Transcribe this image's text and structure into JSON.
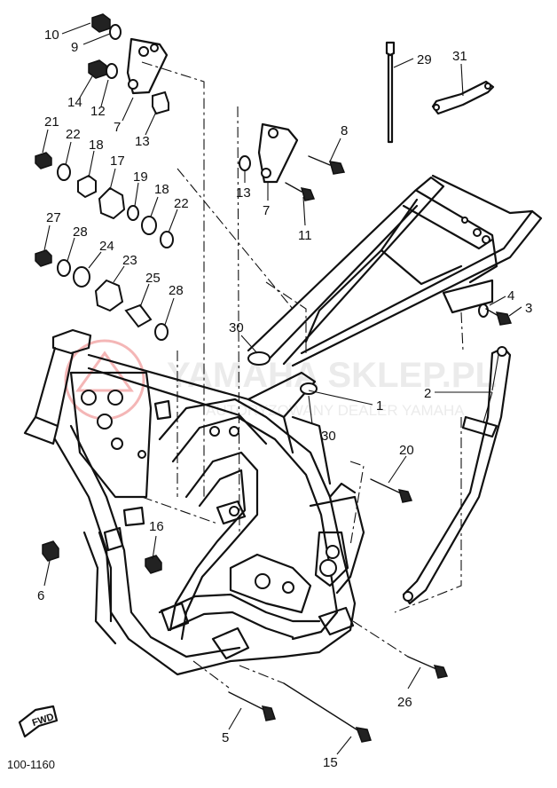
{
  "diagram": {
    "code": "100-1160",
    "fwd_label": "FWD",
    "watermark": {
      "brand": "YAMAHA SKLEP.PL",
      "tagline": "AUTORYZOWANY DEALER YAMAHA",
      "accent": "#e03030"
    },
    "callouts": [
      {
        "label": "10"
      },
      {
        "label": "9"
      },
      {
        "label": "7"
      },
      {
        "label": "14"
      },
      {
        "label": "12"
      },
      {
        "label": "13"
      },
      {
        "label": "21"
      },
      {
        "label": "22"
      },
      {
        "label": "18"
      },
      {
        "label": "17"
      },
      {
        "label": "19"
      },
      {
        "label": "18"
      },
      {
        "label": "22"
      },
      {
        "label": "27"
      },
      {
        "label": "28"
      },
      {
        "label": "24"
      },
      {
        "label": "23"
      },
      {
        "label": "25"
      },
      {
        "label": "28"
      },
      {
        "label": "29"
      },
      {
        "label": "31"
      },
      {
        "label": "8"
      },
      {
        "label": "13"
      },
      {
        "label": "7"
      },
      {
        "label": "11"
      },
      {
        "label": "4"
      },
      {
        "label": "3"
      },
      {
        "label": "30"
      },
      {
        "label": "2"
      },
      {
        "label": "1"
      },
      {
        "label": "30"
      },
      {
        "label": "20"
      },
      {
        "label": "16"
      },
      {
        "label": "6"
      },
      {
        "label": "26"
      },
      {
        "label": "5"
      },
      {
        "label": "15"
      }
    ]
  }
}
